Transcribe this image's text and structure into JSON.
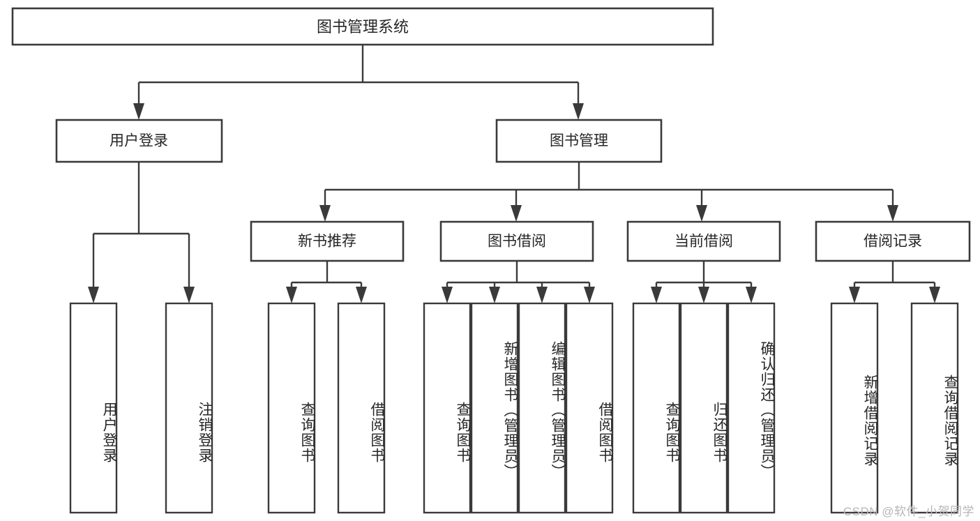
{
  "diagram": {
    "title": "图书管理系统",
    "watermark": "CSDN @软件_小贺同学",
    "type": "hierarchy-tree",
    "accent_color": "#3a3a3a",
    "background_color": "#ffffff",
    "text_color": "#262626",
    "levels": [
      {
        "level": 0,
        "nodes": [
          {
            "id": "root",
            "label": "图书管理系统"
          }
        ]
      },
      {
        "level": 1,
        "nodes": [
          {
            "id": "user-login",
            "label": "用户登录",
            "parent": "root"
          },
          {
            "id": "book-manage",
            "label": "图书管理",
            "parent": "root"
          }
        ]
      },
      {
        "level": 2,
        "nodes": [
          {
            "id": "new-book-rec",
            "label": "新书推荐",
            "parent": "book-manage"
          },
          {
            "id": "book-borrow",
            "label": "图书借阅",
            "parent": "book-manage"
          },
          {
            "id": "current-borrow",
            "label": "当前借阅",
            "parent": "book-manage"
          },
          {
            "id": "borrow-record",
            "label": "借阅记录",
            "parent": "book-manage"
          }
        ]
      },
      {
        "level": 3,
        "nodes": [
          {
            "id": "leaf-1",
            "label": "用户登录",
            "parent": "user-login"
          },
          {
            "id": "leaf-2",
            "label": "注销登录",
            "parent": "user-login"
          },
          {
            "id": "leaf-3",
            "label": "查询图书",
            "parent": "new-book-rec"
          },
          {
            "id": "leaf-4",
            "label": "借阅图书",
            "parent": "new-book-rec"
          },
          {
            "id": "leaf-5",
            "label": "查询图书",
            "parent": "book-borrow"
          },
          {
            "id": "leaf-6",
            "label": "新增图书（管理员）",
            "parent": "book-borrow"
          },
          {
            "id": "leaf-7",
            "label": "编辑图书（管理员）",
            "parent": "book-borrow"
          },
          {
            "id": "leaf-8",
            "label": "借阅图书",
            "parent": "book-borrow"
          },
          {
            "id": "leaf-9",
            "label": "查询图书",
            "parent": "current-borrow"
          },
          {
            "id": "leaf-10",
            "label": "归还图书",
            "parent": "current-borrow"
          },
          {
            "id": "leaf-11",
            "label": "确认归还（管理员）",
            "parent": "current-borrow"
          },
          {
            "id": "leaf-12",
            "label": "新增借阅记录",
            "parent": "borrow-record"
          },
          {
            "id": "leaf-13",
            "label": "查询借阅记录",
            "parent": "borrow-record"
          }
        ]
      }
    ]
  }
}
